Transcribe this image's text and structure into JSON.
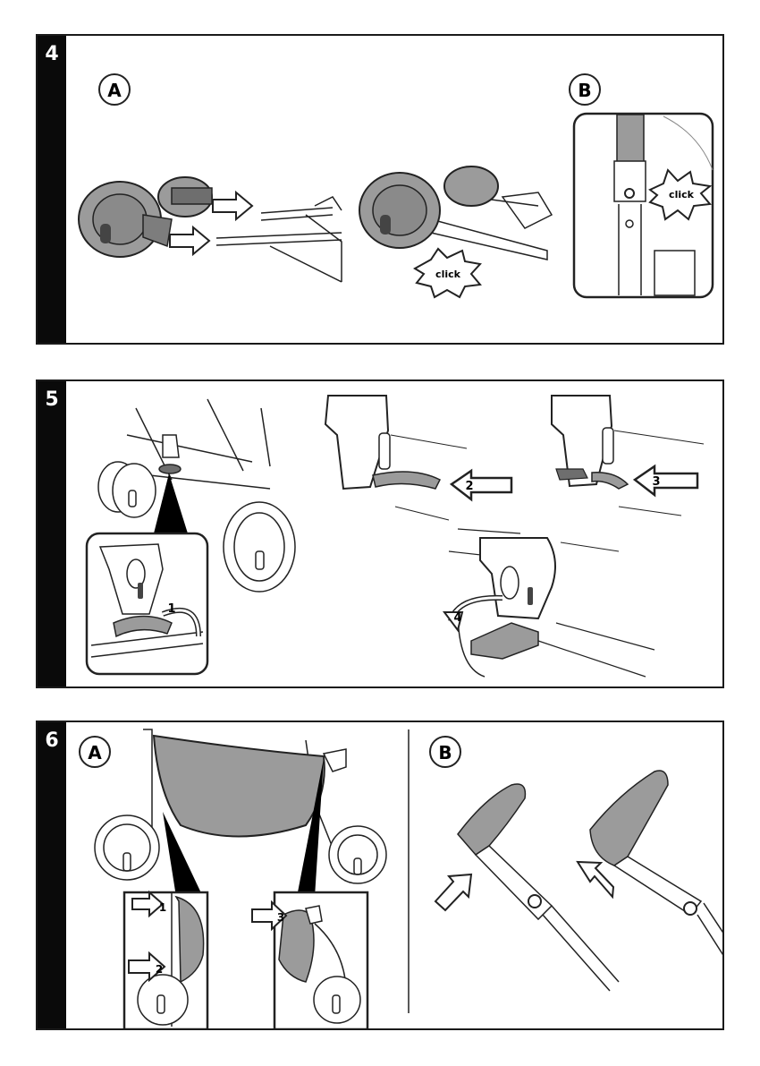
{
  "steps": [
    {
      "number": "4",
      "parts": [
        "A",
        "B"
      ],
      "callouts": [
        "click",
        "click"
      ]
    },
    {
      "number": "5",
      "markers": [
        "1",
        "2",
        "3",
        "4"
      ]
    },
    {
      "number": "6",
      "parts": [
        "A",
        "B"
      ],
      "markers": [
        "1",
        "2",
        "3"
      ]
    }
  ],
  "colors": {
    "frame": "#1a1a1a",
    "stripe": "#0a0a0a",
    "part_fill": "#9b9b9b",
    "dark_fill": "#6e6e6e",
    "line": "#222222"
  }
}
